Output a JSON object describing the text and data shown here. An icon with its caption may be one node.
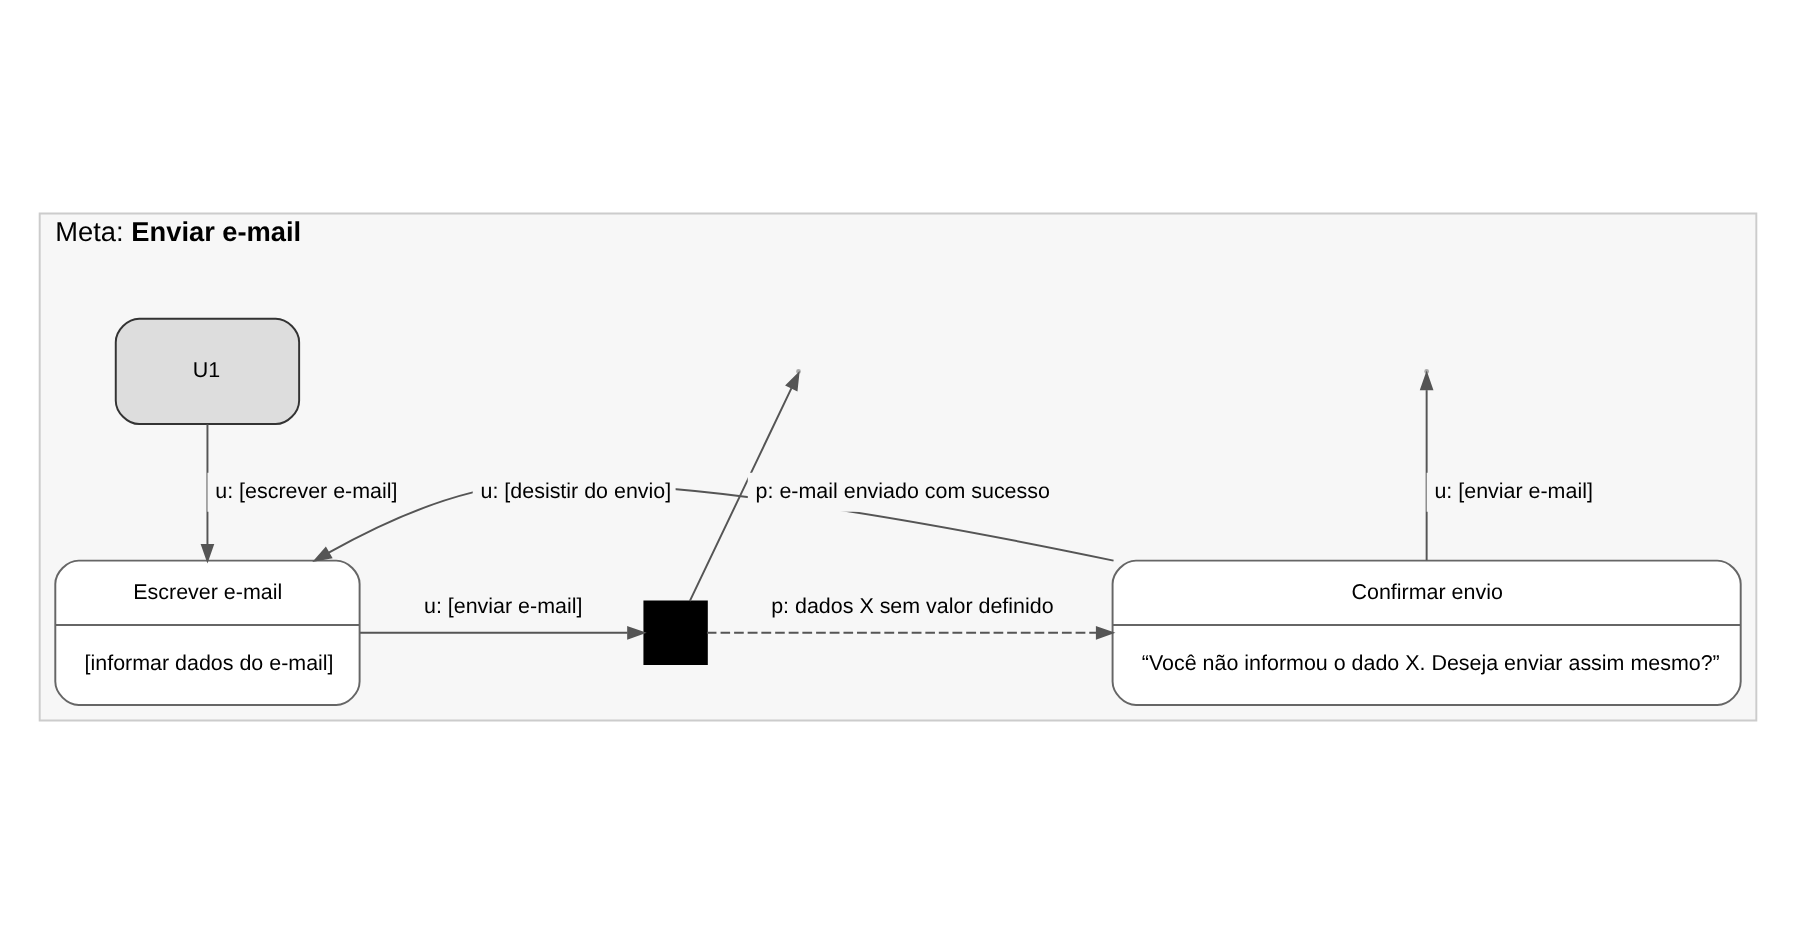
{
  "diagram": {
    "nodes": [
      {
        "text": [
          "Meta: **Enviar e-mail**"
        ]
      },
      {
        "text": [
          "U1"
        ],
        "in": 0
      },
      {
        "text": [
          "Escrever e-mail",
          "[informar dados do e-mail]"
        ],
        "in": 0
      },
      {
        "text": [],
        "shape": "box",
        "in": 0
      },
      {
        "text": [
          "Confirmar envio",
          "“Você não informou o dado X. Deseja enviar assim mesmo?”"
        ],
        "in": 0
      }
    ],
    "edges": [
      {
        "from": 1,
        "to": 2,
        "arrow": "to",
        "label": "u: [escrever e-mail]"
      },
      {
        "from": 2,
        "to": 3,
        "arrow": "to",
        "label": "u: [enviar e-mail]"
      },
      {
        "from": 3,
        "to": 4,
        "arrow": "to",
        "label": "p: dados X sem valor definido",
        "style": "dashed"
      },
      {
        "from": 4,
        "to": 2,
        "arrow": "to",
        "label": "u: [desistir do envio]"
      },
      {
        "from": 4,
        "to": null,
        "arrow": "to",
        "label": "u: [enviar e-mail]"
      },
      {
        "from": 3,
        "to": null,
        "arrow": "to",
        "label": "p: e-mail enviado com sucesso"
      }
    ]
  }
}
